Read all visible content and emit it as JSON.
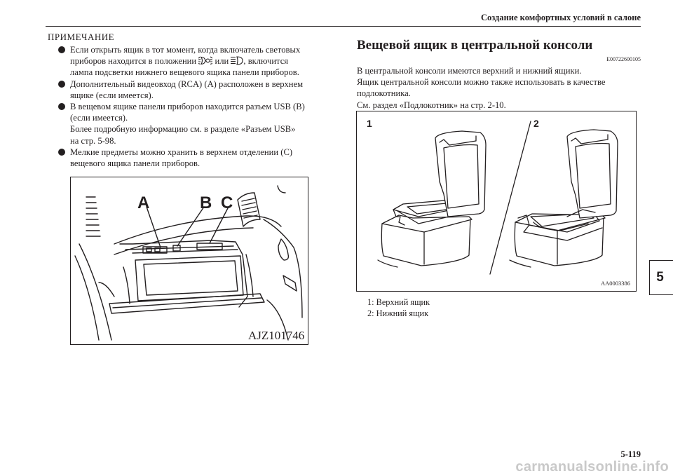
{
  "header": {
    "title": "Создание комфортных условий в салоне"
  },
  "note": {
    "title": "ПРИМЕЧАНИЕ",
    "bullets": [
      {
        "lines": [
          "Если открыть ящик в тот момент, когда включатель световых",
          "приборов находится в положении",
          "или",
          ", включится",
          "лампа подсветки нижнего вещевого ящика панели приборов."
        ]
      },
      {
        "lines": [
          "Дополнительный видеовход (RCA) (A) расположен в верхнем",
          "ящике (если имеется)."
        ]
      },
      {
        "lines": [
          "В вещевом ящике панели приборов находится разъем USB (B)",
          "(если имеется).",
          "Более подробную информацию см. в разделе «Разъем USB»",
          "на стр. 5-98."
        ]
      },
      {
        "lines": [
          "Мелкие предметы можно хранить в верхнем отделении (C)",
          "вещевого ящика панели приборов."
        ]
      }
    ]
  },
  "section": {
    "title": "Вещевой ящик в центральной консоли",
    "code": "E00722600105",
    "paragraph": [
      "В центральной консоли имеются верхний и нижний ящики.",
      "Ящик центральной консоли можно также использовать в качестве",
      "подлокотника.",
      "См. раздел «Подлокотник» на стр. 2-10."
    ]
  },
  "figure1": {
    "labels": [
      "A",
      "B",
      "C"
    ],
    "code": "AJZ101746"
  },
  "figure2": {
    "labels": [
      "1",
      "2"
    ],
    "code": "AA0003386"
  },
  "captions": [
    "1:  Верхний ящик",
    "2:  Нижний ящик"
  ],
  "side_tab": "5",
  "page_number": "5-119",
  "watermark": "carmanualsonline.info",
  "icons": [
    "parking-light-icon",
    "headlight-icon"
  ]
}
